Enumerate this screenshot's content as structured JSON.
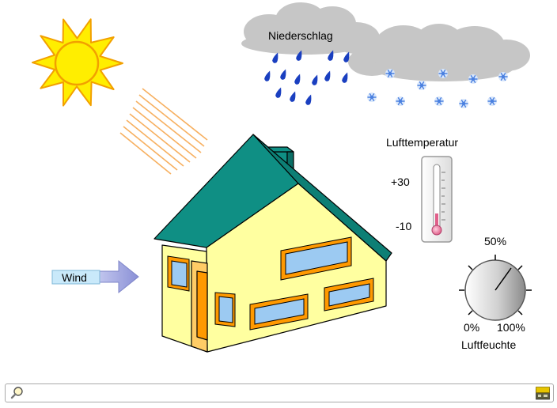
{
  "labels": {
    "precipitation": "Niederschlag",
    "wind": "Wind",
    "air_temperature": "Lufttemperatur",
    "temp_high": "+30",
    "temp_low": "-10",
    "humidity_mid": "50%",
    "humidity_min": "0%",
    "humidity_max": "100%",
    "humidity": "Luftfeuchte"
  },
  "icons": {
    "sun": "sun-icon",
    "rain_cloud": "rain-cloud-icon",
    "snow_cloud": "snow-cloud-icon",
    "house": "house-icon",
    "wind_arrow": "wind-arrow-icon",
    "thermometer": "thermometer-icon",
    "hygrometer": "hygrometer-dial-icon",
    "search": "magnifier-icon",
    "logo": "logo-icon"
  },
  "colors": {
    "roof": "#0f8f84",
    "wall": "#ffffa0",
    "window_glass": "#9ccaf2",
    "window_frame": "#ff9900",
    "sun": "#ffee00",
    "sun_outline": "#f2a000",
    "cloud": "#c6c6c6",
    "rain": "#1a3fc0",
    "snow": "#5b8ee6",
    "wind_arrow": "#9aa0dc",
    "wind_label_bg": "#c9e9fa"
  }
}
